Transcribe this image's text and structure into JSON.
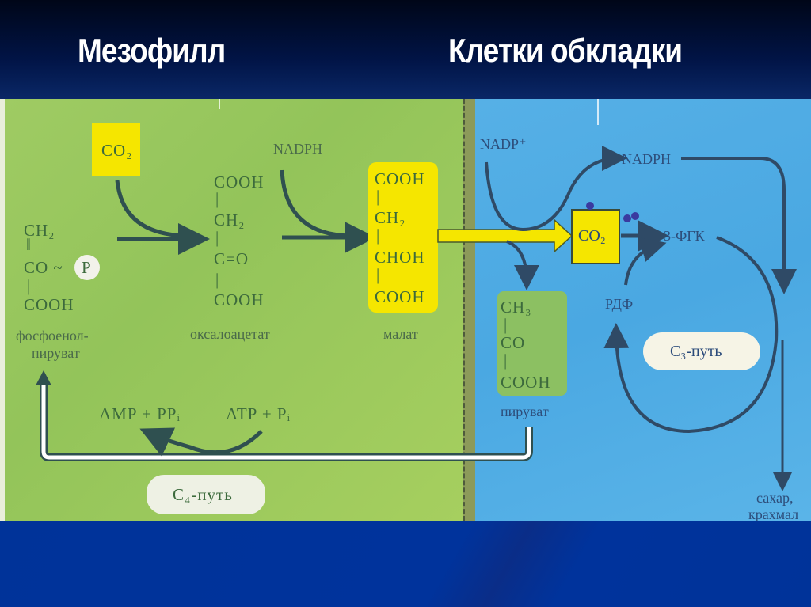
{
  "slide": {
    "title_left": "Мезофилл",
    "title_right": "Клетки обкладки"
  },
  "mesophyll": {
    "co2_box": "CO₂",
    "nadph": "NADPH",
    "pep": {
      "lines": [
        "CH₂",
        "‖",
        "CO ~",
        "|",
        "COOH"
      ],
      "phosphate": "P",
      "name_line1": "фосфоенол-",
      "name_line2": "пируват"
    },
    "oxaloacetate": {
      "lines": [
        "COOH",
        "|",
        "CH₂",
        "|",
        "C=O",
        "|",
        "COOH"
      ],
      "name": "оксалоацетат"
    },
    "malate": {
      "lines": [
        "COOH",
        "|",
        "CH₂",
        "|",
        "CHOH",
        "|",
        "COOH"
      ],
      "name": "малат"
    },
    "amp_ppi": "AMP + PPᵢ",
    "atp_pi": "ATP + Pᵢ",
    "c4_path": "C₄-путь"
  },
  "bundle_sheath": {
    "nadp_plus": "NADP⁺",
    "nadph": "NADPH",
    "co2_box": "CO₂",
    "pga": "3-ФГК",
    "rdf": "РДФ",
    "c3_path": "C₃-путь",
    "pyruvate": {
      "lines": [
        "CH₃",
        "|",
        "CO",
        "|",
        "COOH"
      ],
      "name": "пируват"
    },
    "product_line1": "сахар,",
    "product_line2": "крахмал"
  },
  "colors": {
    "mesophyll_green": "#9fcb63",
    "bundle_blue": "#4aa8e2",
    "highlight_yellow": "#f5e600",
    "arrow_dark": "#2f5050",
    "title_text": "#ffffff",
    "top_band": "#011446",
    "bottom_band": "#003399"
  }
}
